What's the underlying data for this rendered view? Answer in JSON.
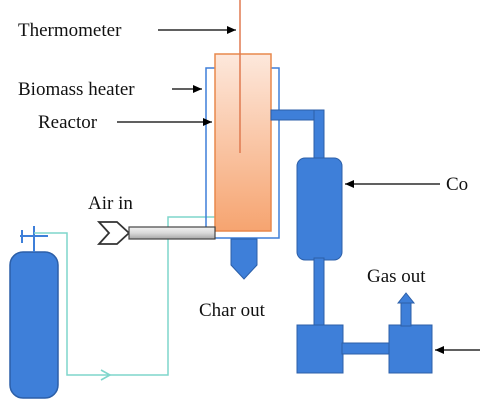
{
  "labels": {
    "thermometer": "Thermometer",
    "biomass_heater": "Biomass heater",
    "reactor": "Reactor",
    "air_in": "Air in",
    "char_out": "Char out",
    "condenser_truncated": "Co",
    "gas_out": "Gas out"
  },
  "colors": {
    "equipment_blue": "#3e7fd9",
    "equipment_outline": "#2c5fa8",
    "reactor_fill_top": "#fde8dc",
    "reactor_fill_bottom": "#f6a470",
    "reactor_outline": "#e8884c",
    "thermometer_probe": "#e07a50",
    "air_line": "#7fd6cc",
    "heater_outline": "#3e7fd9",
    "arrow": "#000000"
  }
}
